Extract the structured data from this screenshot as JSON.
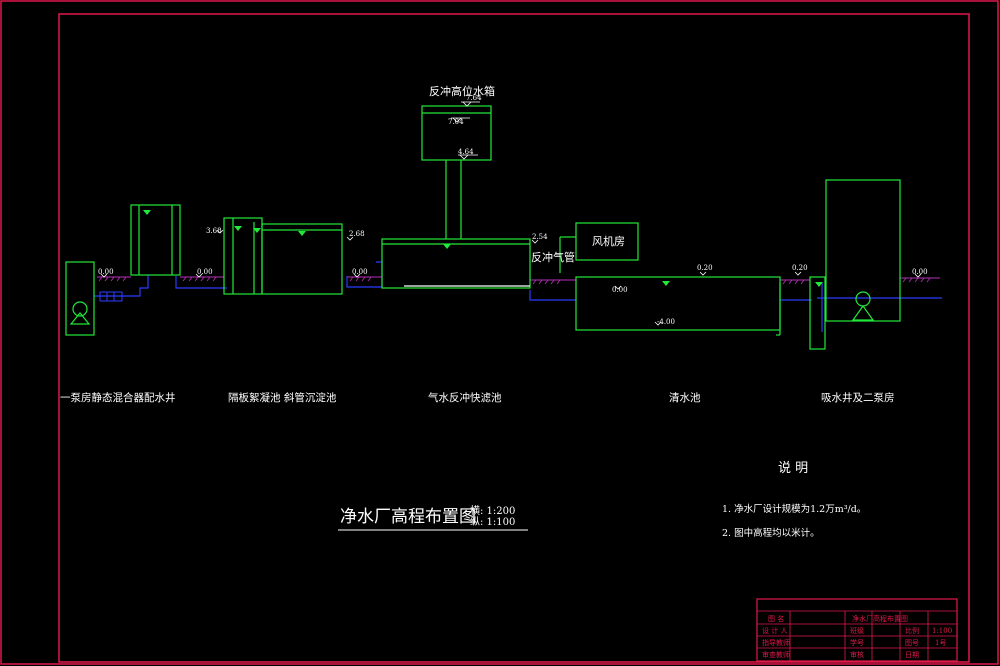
{
  "drawing": {
    "title": "净水厂高程布置图",
    "scale_h": "横: 1:200",
    "scale_v": "纵: 1:100"
  },
  "labels": {
    "tank_top": "反冲高位水箱",
    "fan_room": "风机房",
    "air_pipe": "反冲气管"
  },
  "levels": {
    "ground1": "0.00",
    "ground2": "0.00",
    "ground3": "0.00",
    "ground4": "0.00",
    "tank1": "7.64",
    "tank2": "7.04",
    "tank3": "4.64",
    "floc": "3.68",
    "sed": "2.68",
    "filter": "2.54",
    "cw_top": "0.20",
    "cw_gnd": "0.00",
    "cw_bot": "-4.00",
    "suction": "0.20"
  },
  "units": [
    "一泵房静态混合器配水井",
    "隔板絮凝池 斜管沉淀池",
    "气水反冲快滤池",
    "清水池",
    "吸水井及二泵房"
  ],
  "notes": {
    "heading": "说 明",
    "items": [
      "1. 净水厂设计规模为1.2万m³/d。",
      "2. 图中高程均以米计。"
    ]
  },
  "title_block": {
    "r1": [
      "图 名",
      "净水厂高程布置图"
    ],
    "r2": [
      "设 计 人",
      "班级",
      "比例",
      "1:100"
    ],
    "r3": [
      "指导教师",
      "学号",
      "图号",
      "1号"
    ],
    "r4": [
      "审查教师",
      "审核",
      "日期",
      ""
    ]
  },
  "colors": {
    "border": "#e0194b",
    "structure": "#22e83a",
    "water": "#2b3cff",
    "ground": "#b830b8",
    "text": "#ffffff"
  }
}
